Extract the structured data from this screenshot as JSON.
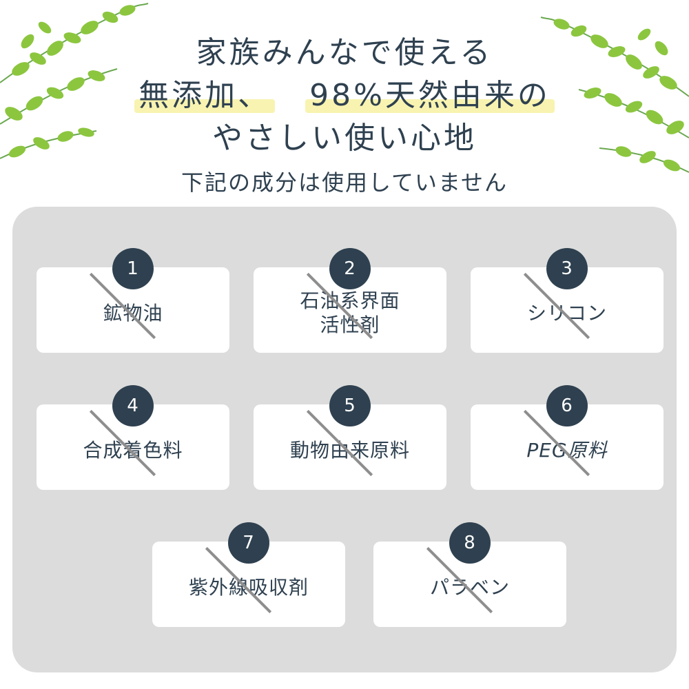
{
  "header": {
    "line1": "家族みんなで使える",
    "line2_a": "無添加、",
    "line2_b": "98%天然由来の",
    "line3": "やさしい使い心地",
    "subtitle": "下記の成分は使用していません"
  },
  "ingredients": [
    {
      "number": "1",
      "label": "鉱物油"
    },
    {
      "number": "2",
      "label_line1": "石油系界面",
      "label_line2": "活性剤"
    },
    {
      "number": "3",
      "label": "シリコン"
    },
    {
      "number": "4",
      "label": "合成着色料"
    },
    {
      "number": "5",
      "label": "動物由来原料"
    },
    {
      "number": "6",
      "label": "PEG原料"
    },
    {
      "number": "7",
      "label": "紫外線吸収剤"
    },
    {
      "number": "8",
      "label": "パラベン"
    }
  ],
  "colors": {
    "navy": "#2f4150",
    "panel": "#dcdcdc",
    "highlight": "#f8f3b0",
    "leaf": "#8cc63f",
    "strike": "#8e8e8e"
  }
}
